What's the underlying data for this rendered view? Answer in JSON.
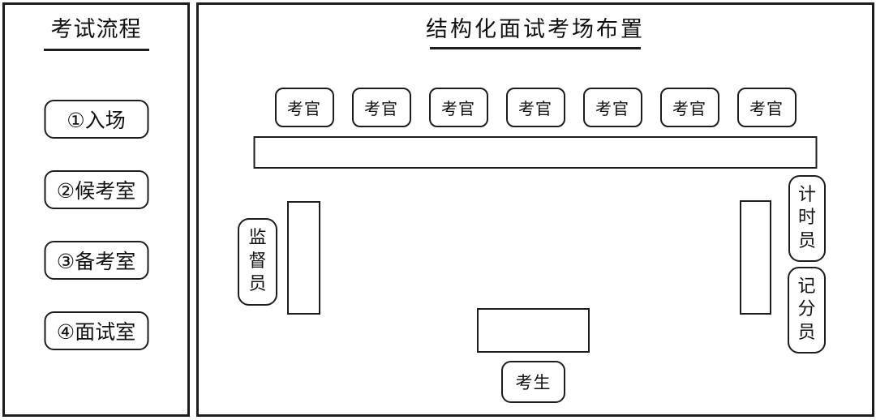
{
  "colors": {
    "line": "#1d1d1d",
    "background": "#ffffff",
    "text": "#111111"
  },
  "sidebar": {
    "title": "考试流程",
    "steps": [
      {
        "label": "①入场"
      },
      {
        "label": "②候考室"
      },
      {
        "label": "③备考室"
      },
      {
        "label": "④面试室"
      }
    ]
  },
  "main": {
    "title": "结构化面试考场布置",
    "examiner_seats": [
      {
        "label": "考官"
      },
      {
        "label": "考官"
      },
      {
        "label": "考官"
      },
      {
        "label": "考官"
      },
      {
        "label": "考官"
      },
      {
        "label": "考官"
      },
      {
        "label": "考官"
      }
    ],
    "staff": {
      "supervisor": "监督员",
      "timekeeper": "计时员",
      "scorer": "记分员"
    },
    "candidate": "考生"
  }
}
